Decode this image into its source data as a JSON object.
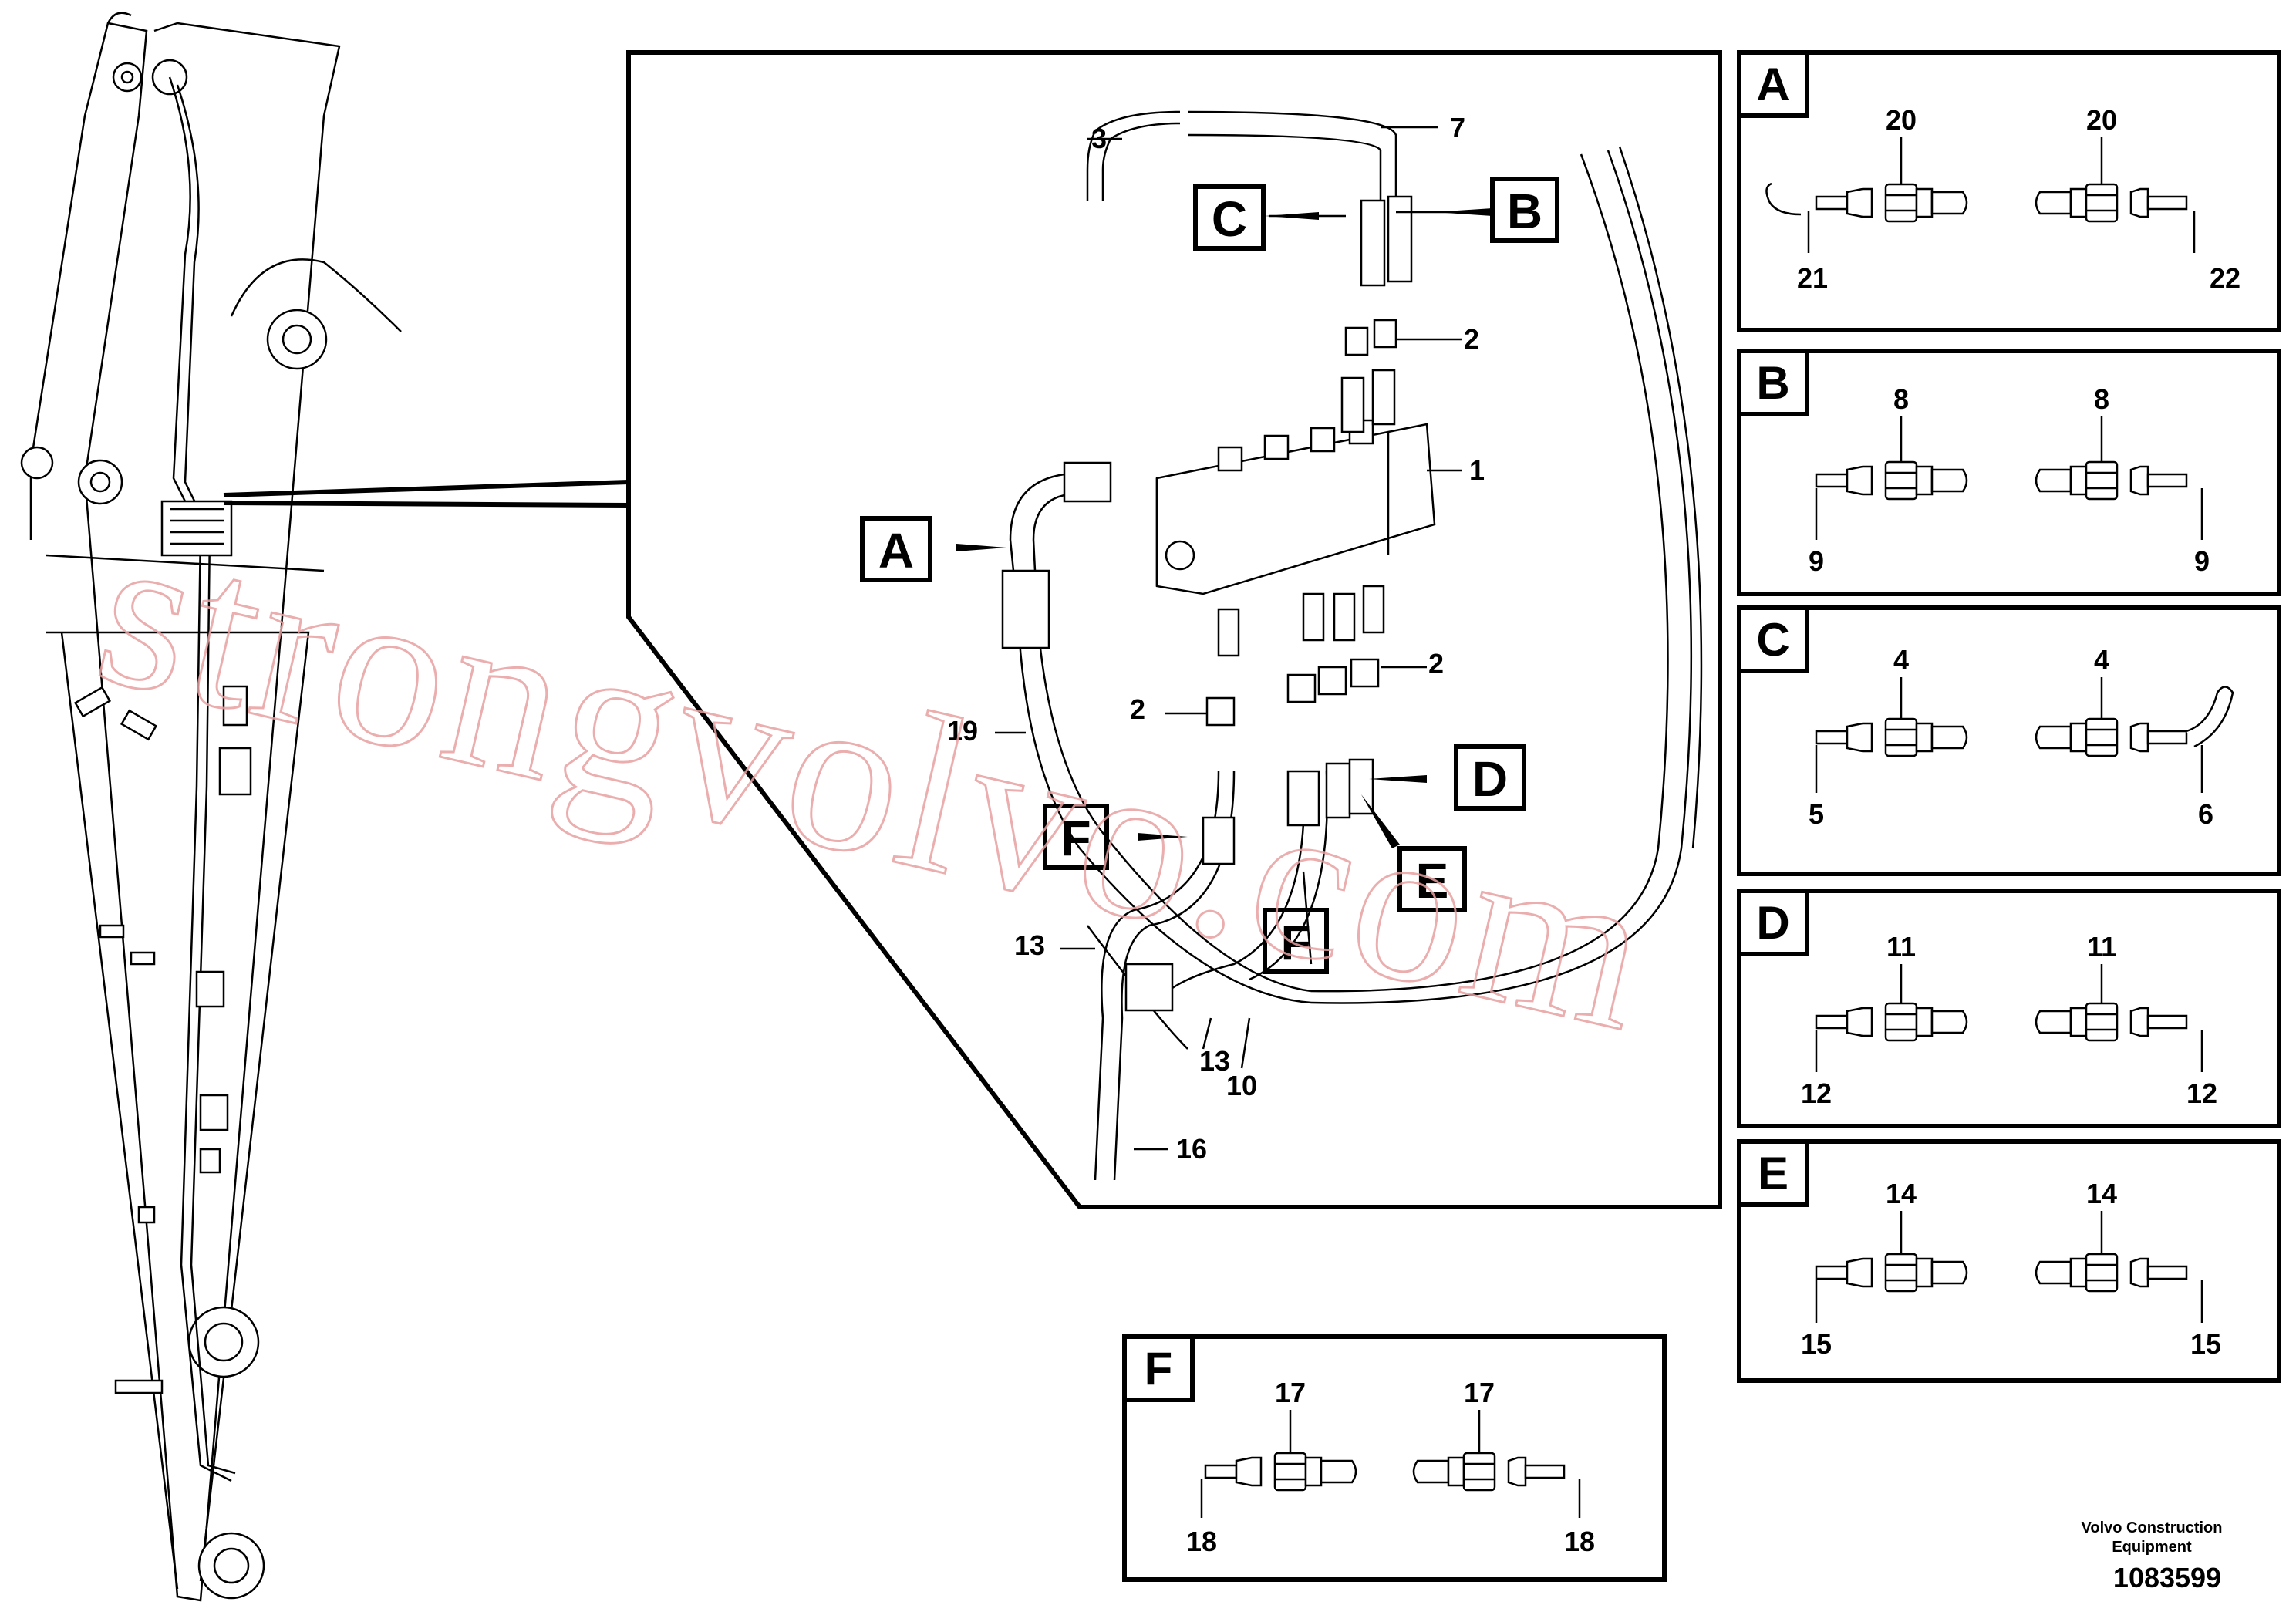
{
  "detail_view": {
    "callout_letters": [
      "A",
      "B",
      "C",
      "D",
      "E",
      "F",
      "F"
    ],
    "part_numbers": [
      "3",
      "7",
      "2",
      "1",
      "2",
      "2",
      "19",
      "13",
      "10",
      "16",
      "13"
    ]
  },
  "panels": [
    {
      "letter": "A",
      "top_left": "20",
      "top_right": "20",
      "bottom_left": "21",
      "bottom_right": "22"
    },
    {
      "letter": "B",
      "top_left": "8",
      "top_right": "8",
      "bottom_left": "9",
      "bottom_right": "9"
    },
    {
      "letter": "C",
      "top_left": "4",
      "top_right": "4",
      "bottom_left": "5",
      "bottom_right": "6"
    },
    {
      "letter": "D",
      "top_left": "11",
      "top_right": "11",
      "bottom_left": "12",
      "bottom_right": "12"
    },
    {
      "letter": "E",
      "top_left": "14",
      "top_right": "14",
      "bottom_left": "15",
      "bottom_right": "15"
    },
    {
      "letter": "F",
      "top_left": "17",
      "top_right": "17",
      "bottom_left": "18",
      "bottom_right": "18"
    }
  ],
  "footer": {
    "company_line1": "Volvo Construction",
    "company_line2": "Equipment",
    "drawing_number": "1083599"
  },
  "watermark": "strongvolvo.com"
}
